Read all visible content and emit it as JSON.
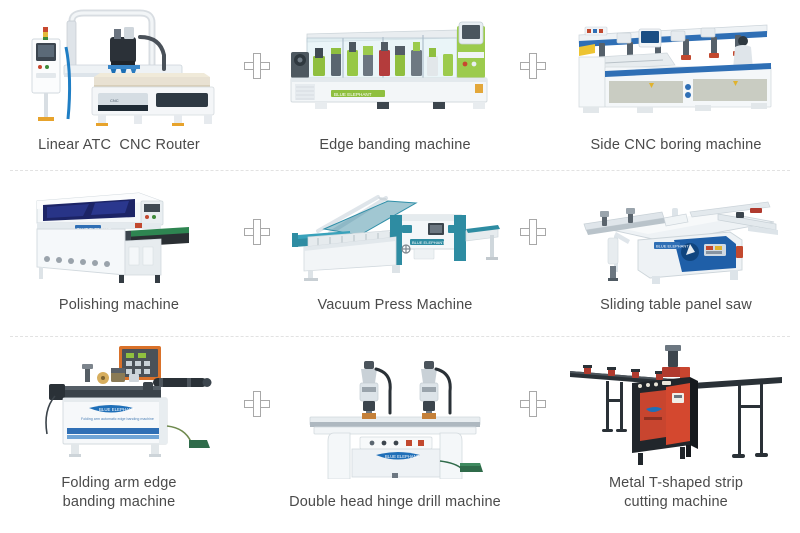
{
  "page": {
    "title": "Woodworking machine production line combination",
    "background_color": "#ffffff",
    "caption_color": "#4a4a4a",
    "divider_color": "#e2e2e2",
    "plus_color": "#a8a8a8"
  },
  "separators": {
    "symbol": "plus",
    "label": "+",
    "count": 6
  },
  "dividers": [
    {
      "name": "row-divider-1",
      "style": "dashed"
    },
    {
      "name": "row-divider-2",
      "style": "dashed"
    }
  ],
  "rows": [
    {
      "index": 1,
      "items": [
        {
          "id": "linear-atc-cnc-router",
          "label": "Linear ATC  CNC Router",
          "art": "cnc-router"
        },
        {
          "id": "edge-banding-machine",
          "label": "Edge banding machine",
          "art": "edge-bander"
        },
        {
          "id": "side-cnc-boring-machine",
          "label": "Side CNC boring machine",
          "art": "side-boring"
        }
      ]
    },
    {
      "index": 2,
      "items": [
        {
          "id": "polishing-machine",
          "label": "Polishing machine",
          "art": "polisher"
        },
        {
          "id": "vacuum-press-machine",
          "label": "Vacuum Press Machine",
          "art": "vacuum-press"
        },
        {
          "id": "sliding-table-panel-saw",
          "label": "Sliding table panel saw",
          "art": "panel-saw"
        }
      ]
    },
    {
      "index": 3,
      "items": [
        {
          "id": "folding-arm-edge-banding-machine",
          "label": "Folding arm edge\nbanding machine",
          "art": "folding-arm-bander"
        },
        {
          "id": "double-head-hinge-drill-machine",
          "label": "Double head hinge drill machine",
          "art": "hinge-drill"
        },
        {
          "id": "metal-t-shaped-strip-cutting-machine",
          "label": "Metal T-shaped strip\ncutting machine",
          "art": "t-strip-cutter"
        }
      ]
    }
  ]
}
